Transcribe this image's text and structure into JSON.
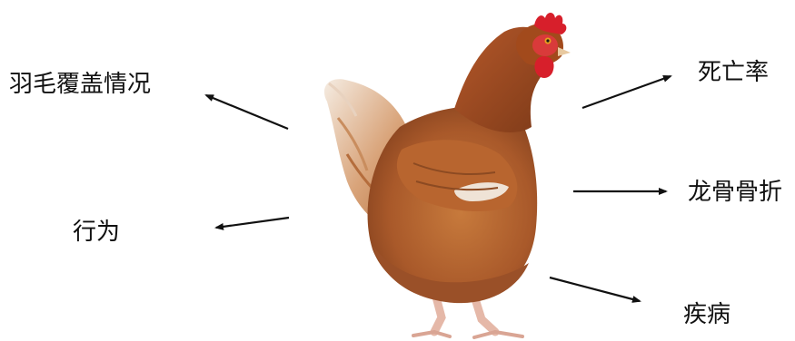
{
  "labels": {
    "feather": "羽毛覆盖情况",
    "behavior": "行为",
    "mortality": "死亡率",
    "keel": "龙骨骨折",
    "disease": "疾病"
  },
  "colors": {
    "text": "#111111",
    "arrow": "#111111",
    "hen_body": "#b0612b",
    "hen_neck": "#a8501f",
    "hen_tail": "#d9a47a",
    "hen_tail_light": "#f3e6d9",
    "comb": "#d71f2b",
    "beak": "#e8c9a0",
    "legs": "#e5b8a8"
  }
}
